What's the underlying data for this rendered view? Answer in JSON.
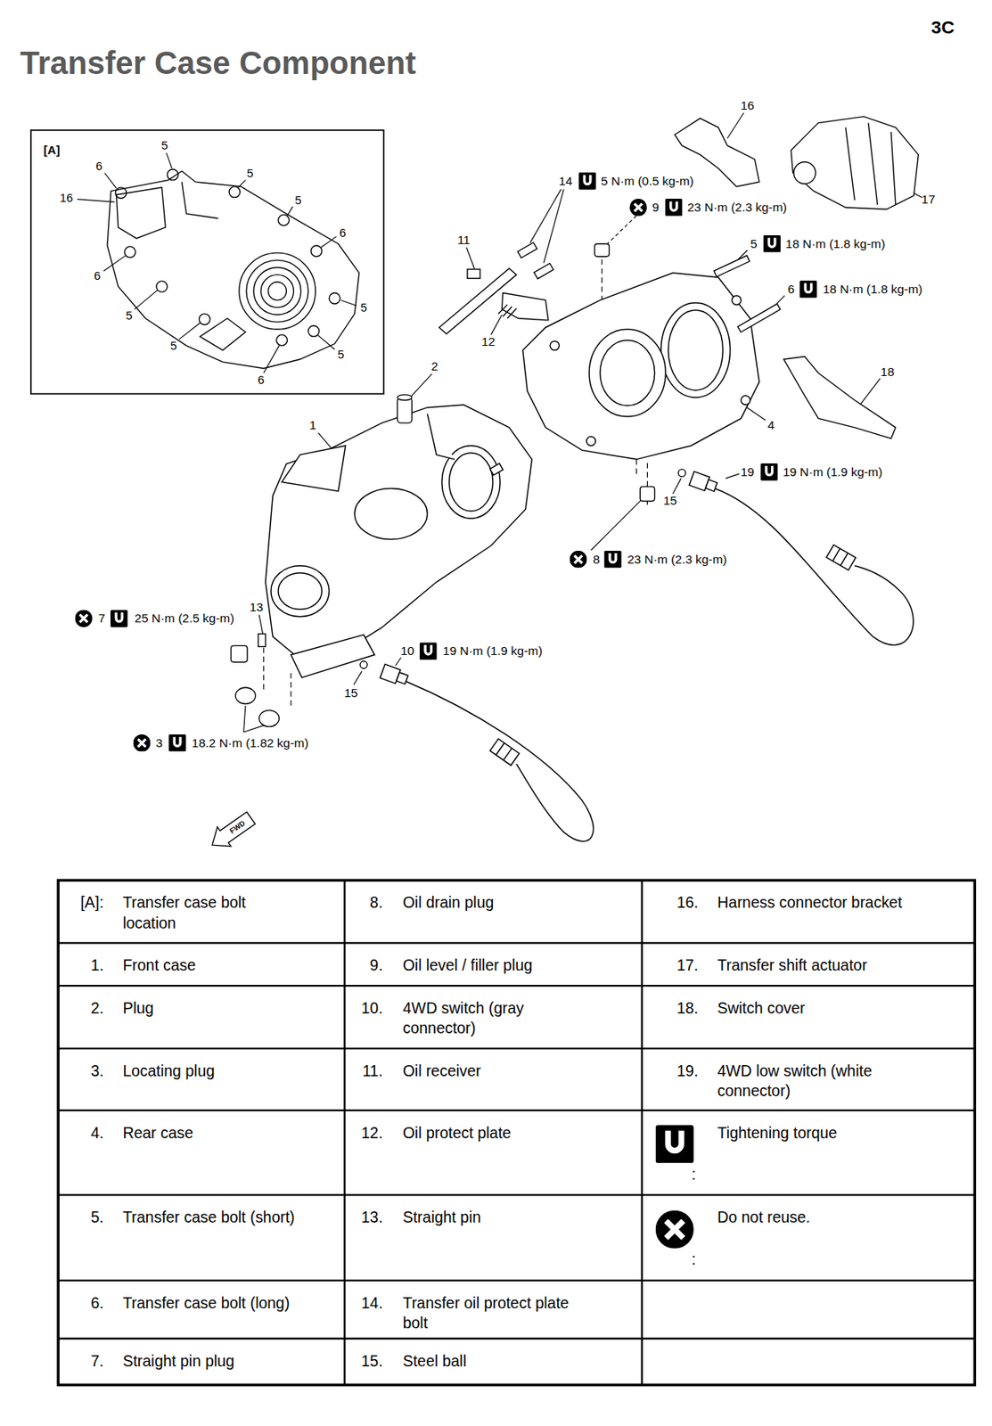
{
  "diagram": {
    "title": "Transfer Case Component",
    "labels": [
      "3C",
      "[A]",
      "5",
      "6",
      "5",
      "16",
      "5",
      "6",
      "6",
      "5",
      "5",
      "5",
      "5",
      "6",
      "16",
      "17",
      "14",
      "5 N·m (0.5 kg-m)",
      "9",
      "23 N·m (2.3 kg-m)",
      "5",
      "18 N·m (1.8 kg-m)",
      "6",
      "18 N·m (1.8 kg-m)",
      "11",
      "12",
      "2",
      "18",
      "1",
      "4",
      "19",
      "19 N·m (1.9 kg-m)",
      "15",
      "8",
      "23 N·m (2.3 kg-m)",
      "13",
      "7",
      "25 N·m (2.5 kg-m)",
      "10",
      "19 N·m (1.9 kg-m)",
      "15",
      "3",
      "18.2 N·m (1.82 kg-m)",
      "FWD",
      "[A]:",
      "Transfer case bolt location",
      "8.",
      "Oil drain plug",
      "16.",
      "Harness connector bracket",
      "1.",
      "Front case",
      "9.",
      "Oil level / filler plug",
      "17.",
      "Transfer shift actuator",
      "2.",
      "Plug",
      "10.",
      "4WD switch (gray connector)",
      "18.",
      "Switch cover",
      "3.",
      "Locating plug",
      "11.",
      "Oil receiver",
      "19.",
      "4WD low switch (white connector)",
      "4.",
      "Rear case",
      "12.",
      "Oil protect plate",
      ":",
      "Tightening torque",
      "5.",
      "Transfer case bolt (short)",
      "13.",
      "Straight pin",
      ":",
      "Do not reuse.",
      "6.",
      "Transfer case bolt (long)",
      "14.",
      "Transfer oil protect plate bolt",
      "7.",
      "Straight pin plug",
      "15.",
      "Steel ball"
    ]
  }
}
